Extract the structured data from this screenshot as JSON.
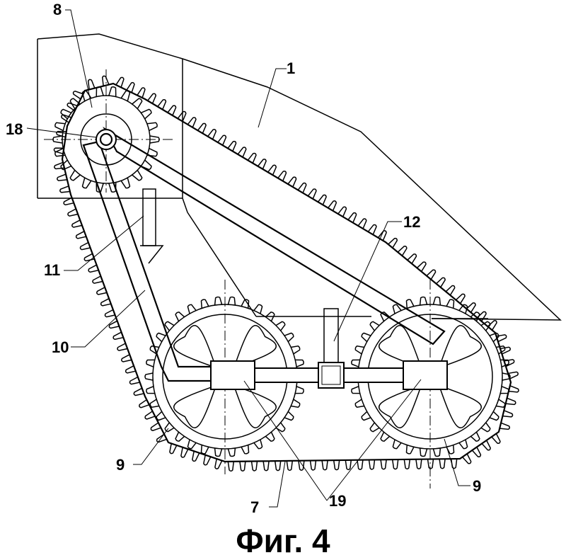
{
  "figure": {
    "caption": "Фиг. 4",
    "labels": {
      "l1": "1",
      "l7": "7",
      "l8": "8",
      "l9a": "9",
      "l9b": "9",
      "l10": "10",
      "l11": "11",
      "l12": "12",
      "l18": "18",
      "l19": "19"
    }
  }
}
